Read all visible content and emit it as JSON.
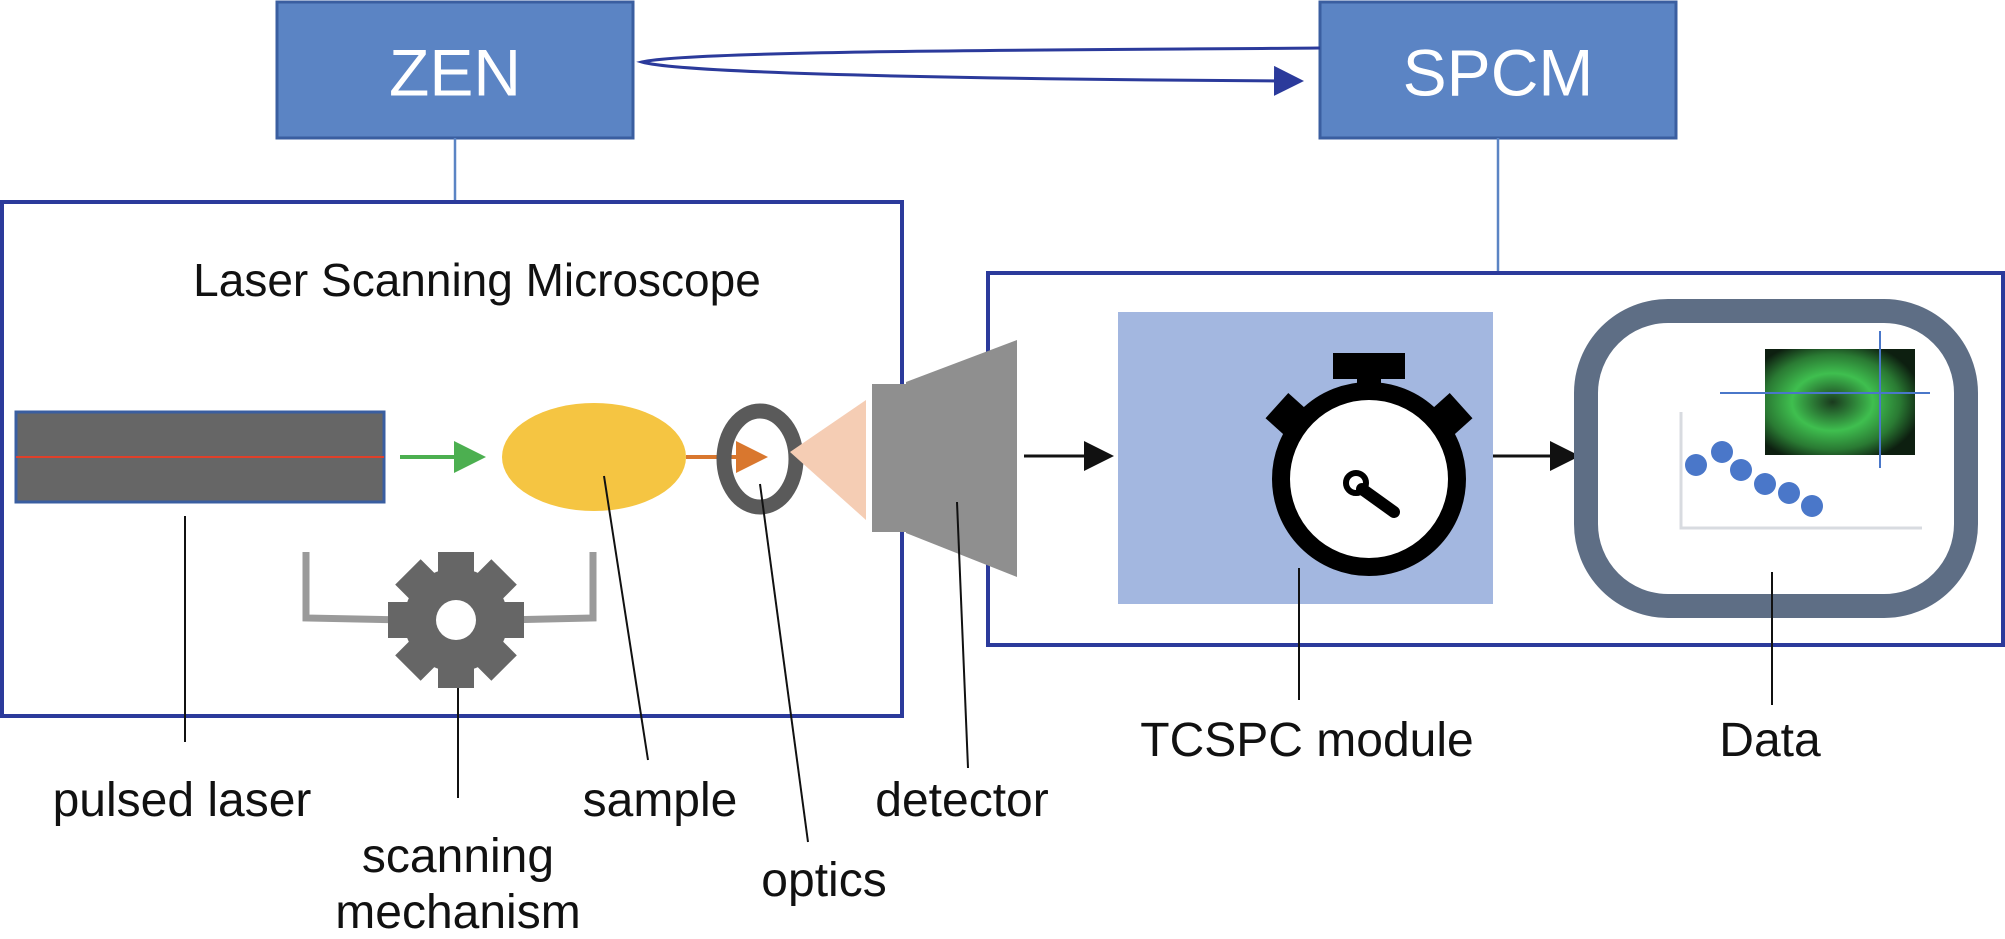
{
  "software": {
    "left": "ZEN",
    "right": "SPCM"
  },
  "microscope": {
    "title": "Laser Scanning Microscope"
  },
  "labels": {
    "pulsed_laser": "pulsed laser",
    "scanning_mechanism_line1": "scanning",
    "scanning_mechanism_line2": "mechanism",
    "sample": "sample",
    "optics": "optics",
    "detector": "detector",
    "tcspc_module": "TCSPC module",
    "data": "Data"
  },
  "colors": {
    "software_box": "#5b84c4",
    "frame": "#2b3a9b",
    "laser_body": "#666666",
    "laser_beam": "#e0402a",
    "green_arrow": "#4caf50",
    "orange_arrow": "#d9772e",
    "sample": "#f5c542",
    "light_cone": "#f5cdb4",
    "detector": "#8f8f8f",
    "tcspc_panel": "#a3b7e0",
    "data_frame": "#5e6e85",
    "data_points": "#4a77c9",
    "image_green": "#3fbf4f"
  },
  "icons": [
    "gear-icon",
    "stopwatch-icon",
    "data-display-icon"
  ]
}
